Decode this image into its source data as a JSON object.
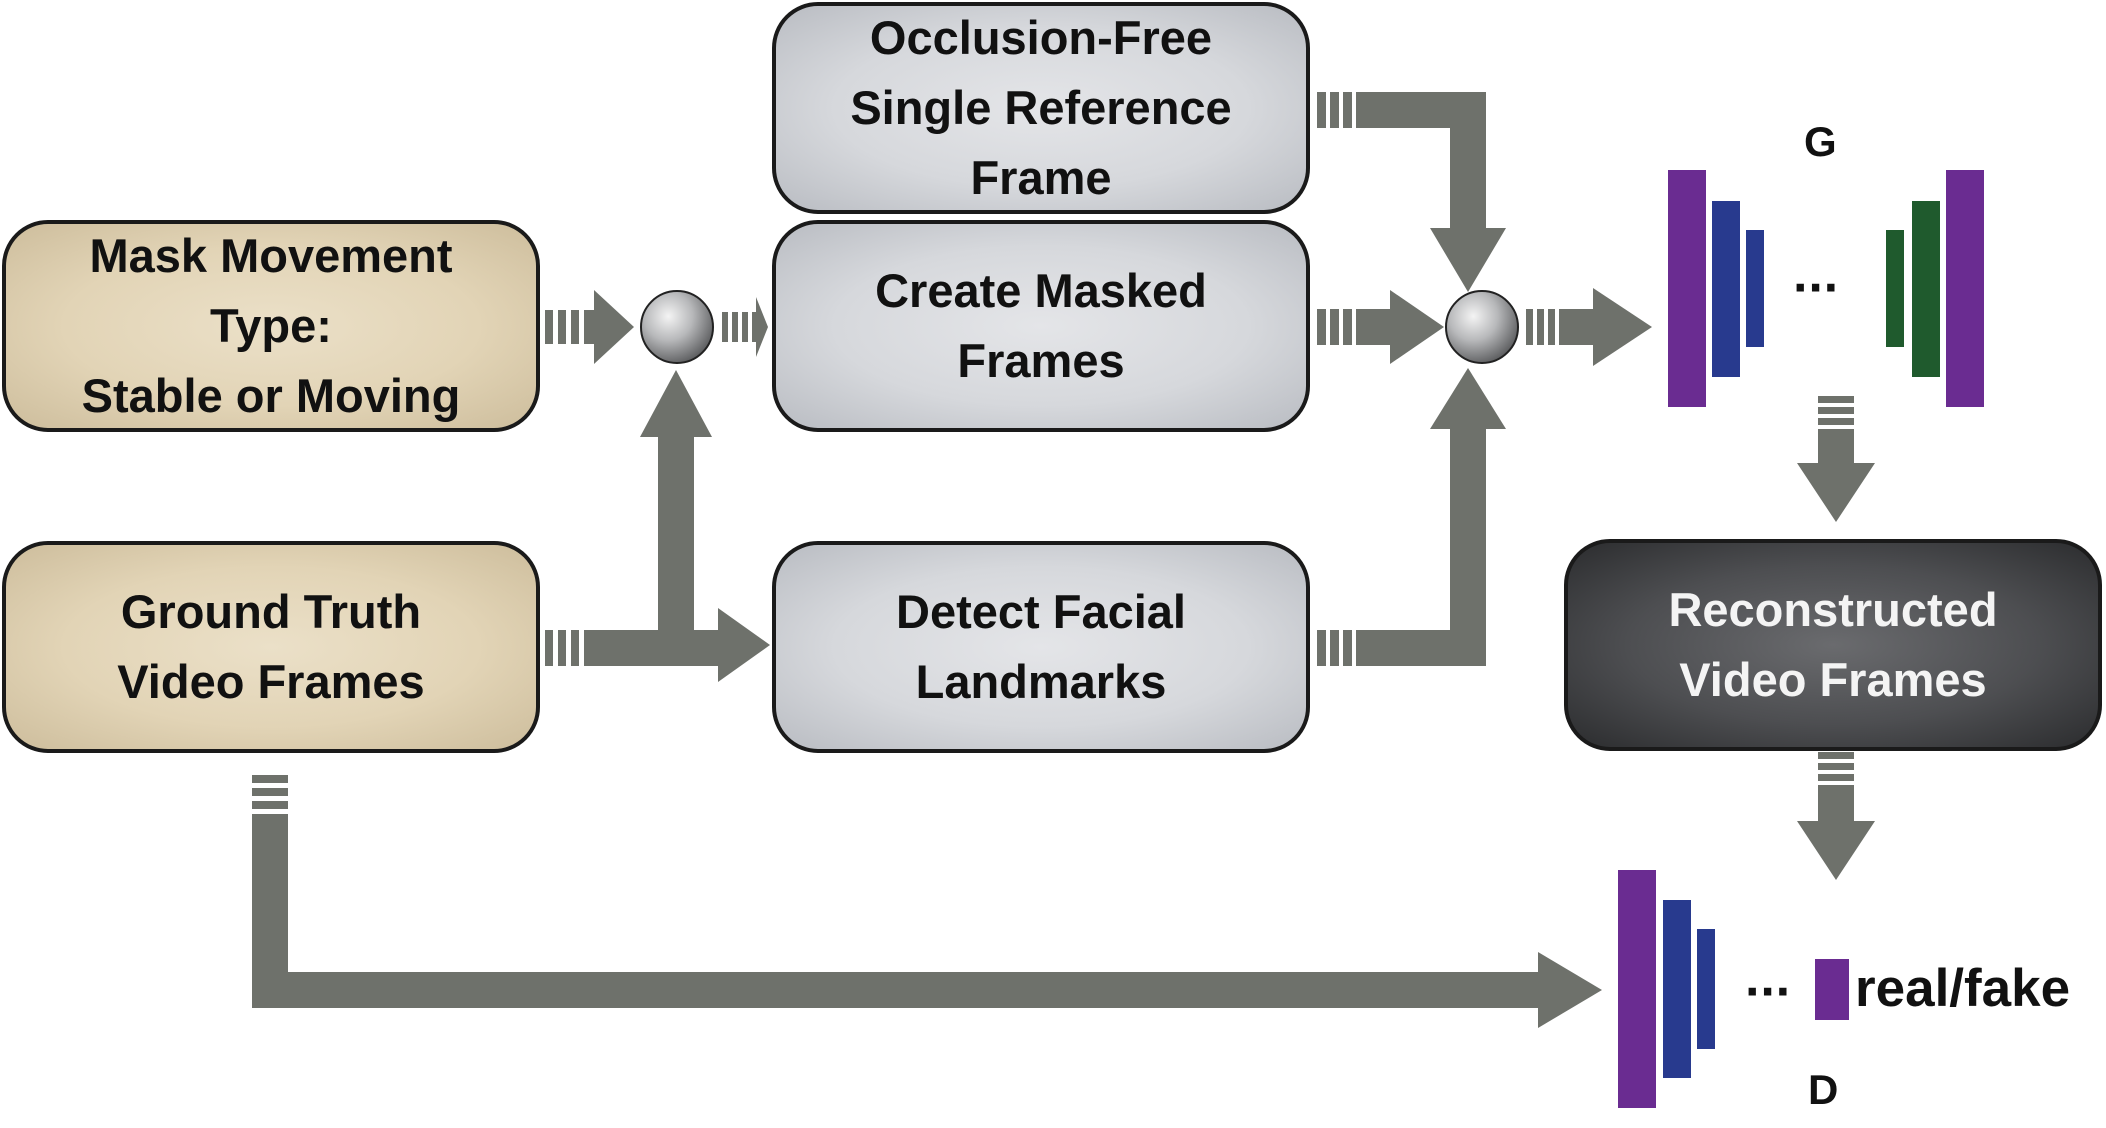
{
  "boxes": {
    "reference": "Occlusion-Free\nSingle Reference\nFrame",
    "mask_type": "Mask Movement\nType:\nStable or Moving",
    "masked": "Create Masked\nFrames",
    "ground_truth": "Ground Truth\nVideo Frames",
    "landmarks": "Detect Facial\nLandmarks",
    "reconstructed": "Reconstructed\nVideo Frames"
  },
  "generator": {
    "label": "G",
    "ellipsis": "···"
  },
  "discriminator": {
    "label": "D",
    "ellipsis": "···",
    "output": "real/fake"
  },
  "colors": {
    "arrow": "#6e716b",
    "purple": "#6a2c91",
    "blue": "#283a8e",
    "green": "#1f5a2d",
    "beige": "#e2d4b6",
    "light_grey": "#d6d8dc",
    "dark_grey": "#4d4e51"
  }
}
